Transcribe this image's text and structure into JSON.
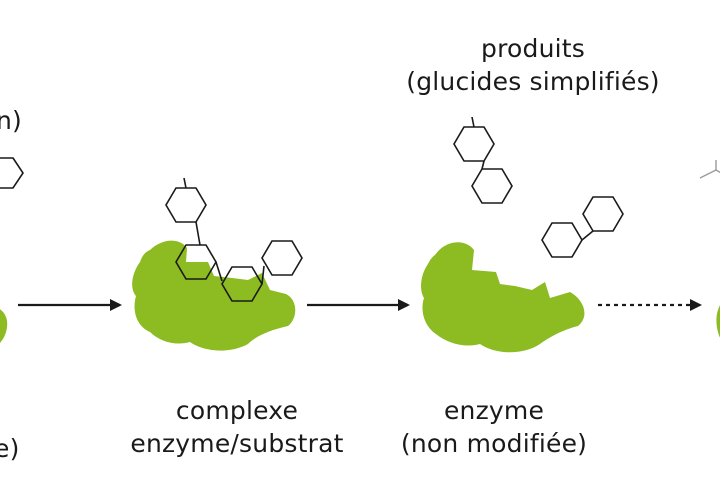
{
  "colors": {
    "enzyme": "#8cbb22",
    "ink": "#1a1a1a",
    "partial_ink": "#9a9a9a"
  },
  "labels": {
    "left_partial_top": "n)",
    "left_partial_bottom": "e)",
    "complex_line1": "complexe",
    "complex_line2": "enzyme/substrat",
    "enzyme_line1": "enzyme",
    "enzyme_line2": "(non modifiée)",
    "products_line1": "produits",
    "products_line2": "(glucides simplifiés)"
  },
  "arrows": [
    {
      "name": "arrow-to-complex",
      "style": "solid"
    },
    {
      "name": "arrow-to-enzyme",
      "style": "solid"
    },
    {
      "name": "arrow-to-next",
      "style": "dashed"
    }
  ]
}
